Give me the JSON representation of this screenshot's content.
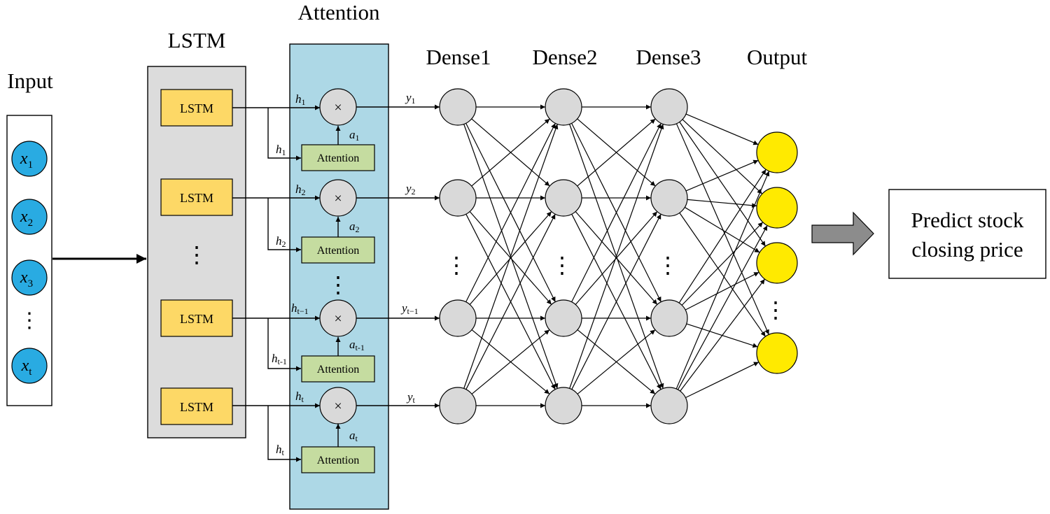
{
  "titles": {
    "input": "Input",
    "lstm": "LSTM",
    "attention": "Attention",
    "dense1": "Dense1",
    "dense2": "Dense2",
    "dense3": "Dense3",
    "output": "Output"
  },
  "input_nodes": [
    {
      "var": "x",
      "sub": "1"
    },
    {
      "var": "x",
      "sub": "2"
    },
    {
      "var": "x",
      "sub": "3"
    },
    {
      "var": "x",
      "sub": "t"
    }
  ],
  "lstm_cells": [
    "LSTM",
    "LSTM",
    "LSTM",
    "LSTM"
  ],
  "attention_rows": [
    {
      "h": "h",
      "h_sub": "1",
      "h2_sub": "1",
      "a": "a",
      "a_sub": "1",
      "y": "y",
      "y_sub": "1",
      "label": "Attention"
    },
    {
      "h": "h",
      "h_sub": "2",
      "h2_sub": "2",
      "a": "a",
      "a_sub": "2",
      "y": "y",
      "y_sub": "2",
      "label": "Attention"
    },
    {
      "h": "h",
      "h_sub": "t−1",
      "h2_sub": "t-1",
      "a": "a",
      "a_sub": "t-1",
      "y": "y",
      "y_sub": "t−1",
      "label": "Attention"
    },
    {
      "h": "h",
      "h_sub": "t",
      "h2_sub": "t",
      "a": "a",
      "a_sub": "t",
      "y": "y",
      "y_sub": "t",
      "label": "Attention"
    }
  ],
  "multiply_symbol": "×",
  "ellipsis": "⋮",
  "prediction": {
    "line1": "Predict stock",
    "line2": "closing price"
  },
  "colors": {
    "input_node": "#29abe2",
    "lstm_panel": "#dcdcdc",
    "lstm_cell": "#fdd866",
    "attention_panel": "#add8e6",
    "attention_box": "#c5dca0",
    "hidden_node": "#d9d9d9",
    "output_node": "#ffea00",
    "arrow": "#8c8c8c"
  }
}
